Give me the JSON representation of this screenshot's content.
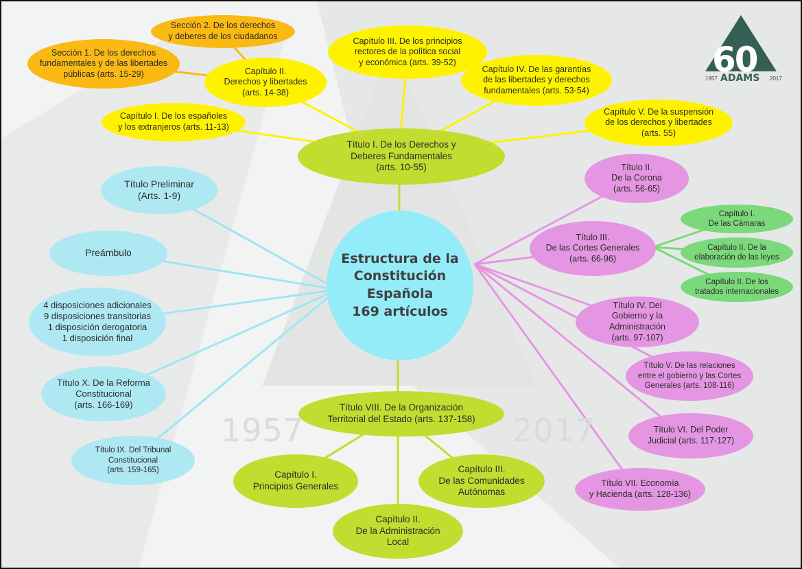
{
  "center": "Estructura de la\nConstitución Española\n169 artículos",
  "left": {
    "preliminar": "Título Preliminar\n(Arts. 1-9)",
    "preambulo": "Preámbulo",
    "disposiciones": "4 disposiciones adicionales\n9 disposiciones transitorias\n1 disposición derogatoria\n1 disposición final",
    "titulo10": "Título X. De la Reforma\nConstitucional\n(arts. 166-169)",
    "titulo9": "Título IX. Del Tribunal\nConstitucional\n(arts. 159-165)"
  },
  "titulo1": {
    "label": "Título I. De los Derechos y\nDeberes Fundamentales\n(arts. 10-55)",
    "cap1": "Capítulo I. De los españoles\ny los extranjeros (arts. 11-13)",
    "cap2": "Capítulo II.\nDerechos y libertades\n(arts. 14-38)",
    "sec1": "Sección 1. De los derechos\nfundamentales y de las libertades\npúblicas (arts. 15-29)",
    "sec2": "Sección 2. De los derechos\ny deberes de los ciudadanos",
    "cap3": "Capítulo III. De los principios\nrectores de la política social\ny económica (arts. 39-52)",
    "cap4": "Capítulo IV. De las garantías\nde las libertades y derechos\nfundamentales (arts. 53-54)",
    "cap5": "Capítulo V. De la suspensión\nde los derechos y libertades\n(arts. 55)"
  },
  "right": {
    "titulo2": "Título II.\nDe la Corona\n(arts. 56-65)",
    "titulo3": "Título III.\nDe las Cortes Generales\n(arts. 66-96)",
    "t3cap1": "Capítulo I.\nDe las Cámaras",
    "t3cap2": "Capítulo II. De la\nelaboración de las leyes",
    "t3cap3": "Capítulo II. De los\ntratados internacionales",
    "titulo4": "Título IV. Del\nGobierno y la Administración\n(arts. 97-107)",
    "titulo5": "Título V. De las relaciones\nentre el gobierno y las Cortes\nGenerales (arts. 108-116)",
    "titulo6": "Título VI. Del Poder\nJudicial (arts. 117-127)",
    "titulo7": "Título VII. Economía\ny Hacienda (arts. 128-136)"
  },
  "titulo8": {
    "label": "Título VIII. De la Organización\nTerritorial del Estado (arts. 137-158)",
    "cap1": "Capítulo I.\nPrincipios Generales",
    "cap2": "Capítulo II.\nDe la Administración\nLocal",
    "cap3": "Capítulo III.\nDe las Comunidades\nAutónomas"
  },
  "watermark": {
    "year_left": "1957",
    "year_right": "2017"
  },
  "logo": {
    "number": "60",
    "brand": "ADAMS",
    "year_left": "1957",
    "year_right": "2017"
  },
  "colors": {
    "cyan": "#aee8f3",
    "center": "#93ecf8",
    "lime": "#c2dd2f",
    "yellow": "#fff200",
    "orange": "#fbb913",
    "pink": "#e596e2",
    "green": "#7bd97b",
    "logo": "#355f55"
  }
}
